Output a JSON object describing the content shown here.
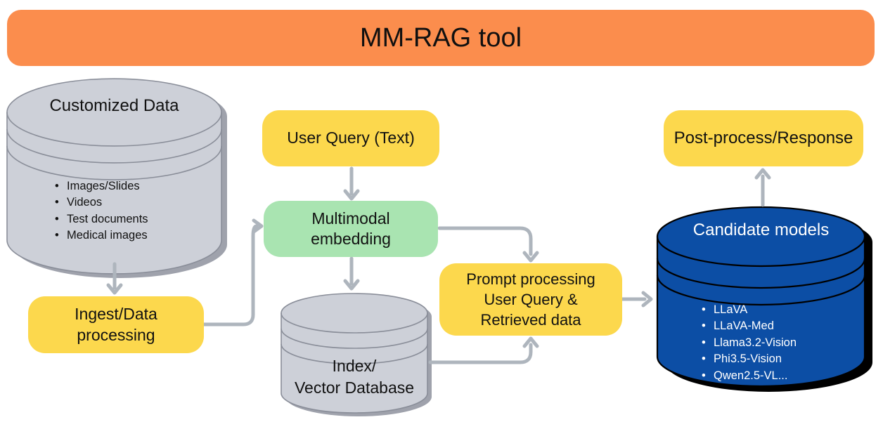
{
  "header": {
    "title": "MM-RAG tool",
    "bg_color": "#FB8D4D"
  },
  "nodes": {
    "customized_data": {
      "title": "Customized Data",
      "items": [
        "Images/Slides",
        "Videos",
        "Test documents",
        "Medical images"
      ],
      "fill": "#CDD0D8"
    },
    "ingest": {
      "lines": [
        "Ingest/Data",
        "processing"
      ],
      "fill": "#FCD84D"
    },
    "user_query": {
      "label": "User Query (Text)",
      "fill": "#FCD84D"
    },
    "multimodal_embedding": {
      "lines": [
        "Multimodal",
        "embedding"
      ],
      "fill": "#A9E4B1"
    },
    "index_db": {
      "lines": [
        "Index/",
        "Vector Database"
      ],
      "fill": "#CDD0D8"
    },
    "prompt_processing": {
      "lines": [
        "Prompt processing",
        "User Query &",
        "Retrieved data"
      ],
      "fill": "#FCD84D"
    },
    "candidate_models": {
      "title": "Candidate models",
      "items": [
        "LLaVA",
        "LLaVA-Med",
        "Llama3.2-Vision",
        "Phi3.5-Vision",
        "Qwen2.5-VL..."
      ],
      "fill": "#0C4EA5",
      "text_color": "#FFFFFF"
    },
    "post_process": {
      "label": "Post-process/Response",
      "fill": "#FCD84D"
    }
  },
  "colors": {
    "connector": "#AEB5BD",
    "text": "#111111",
    "cylinder_gray": "#CDD0D8",
    "cylinder_blue": "#0C4EA5"
  }
}
